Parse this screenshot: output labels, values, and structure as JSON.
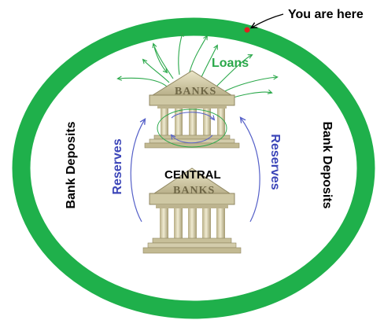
{
  "labels": {
    "you_are_here": "You are here",
    "loans": "Loans",
    "bank_deposits_left": "Bank Deposits",
    "bank_deposits_right": "Bank Deposits",
    "reserves_left": "Reserves",
    "reserves_right": "Reserves",
    "central": "CENTRAL",
    "top_bank_plaque": "BANKS",
    "bottom_bank_plaque": "BANKS"
  },
  "colors": {
    "ring": "#1fb04b",
    "loans_arrows": "#2aa84a",
    "reserves_text": "#3b45b8",
    "reserves_arrows": "#5560c8",
    "marker": "#e02020",
    "stone": "#d9d4b4",
    "stone_dark": "#a89f78",
    "text": "#000000"
  }
}
